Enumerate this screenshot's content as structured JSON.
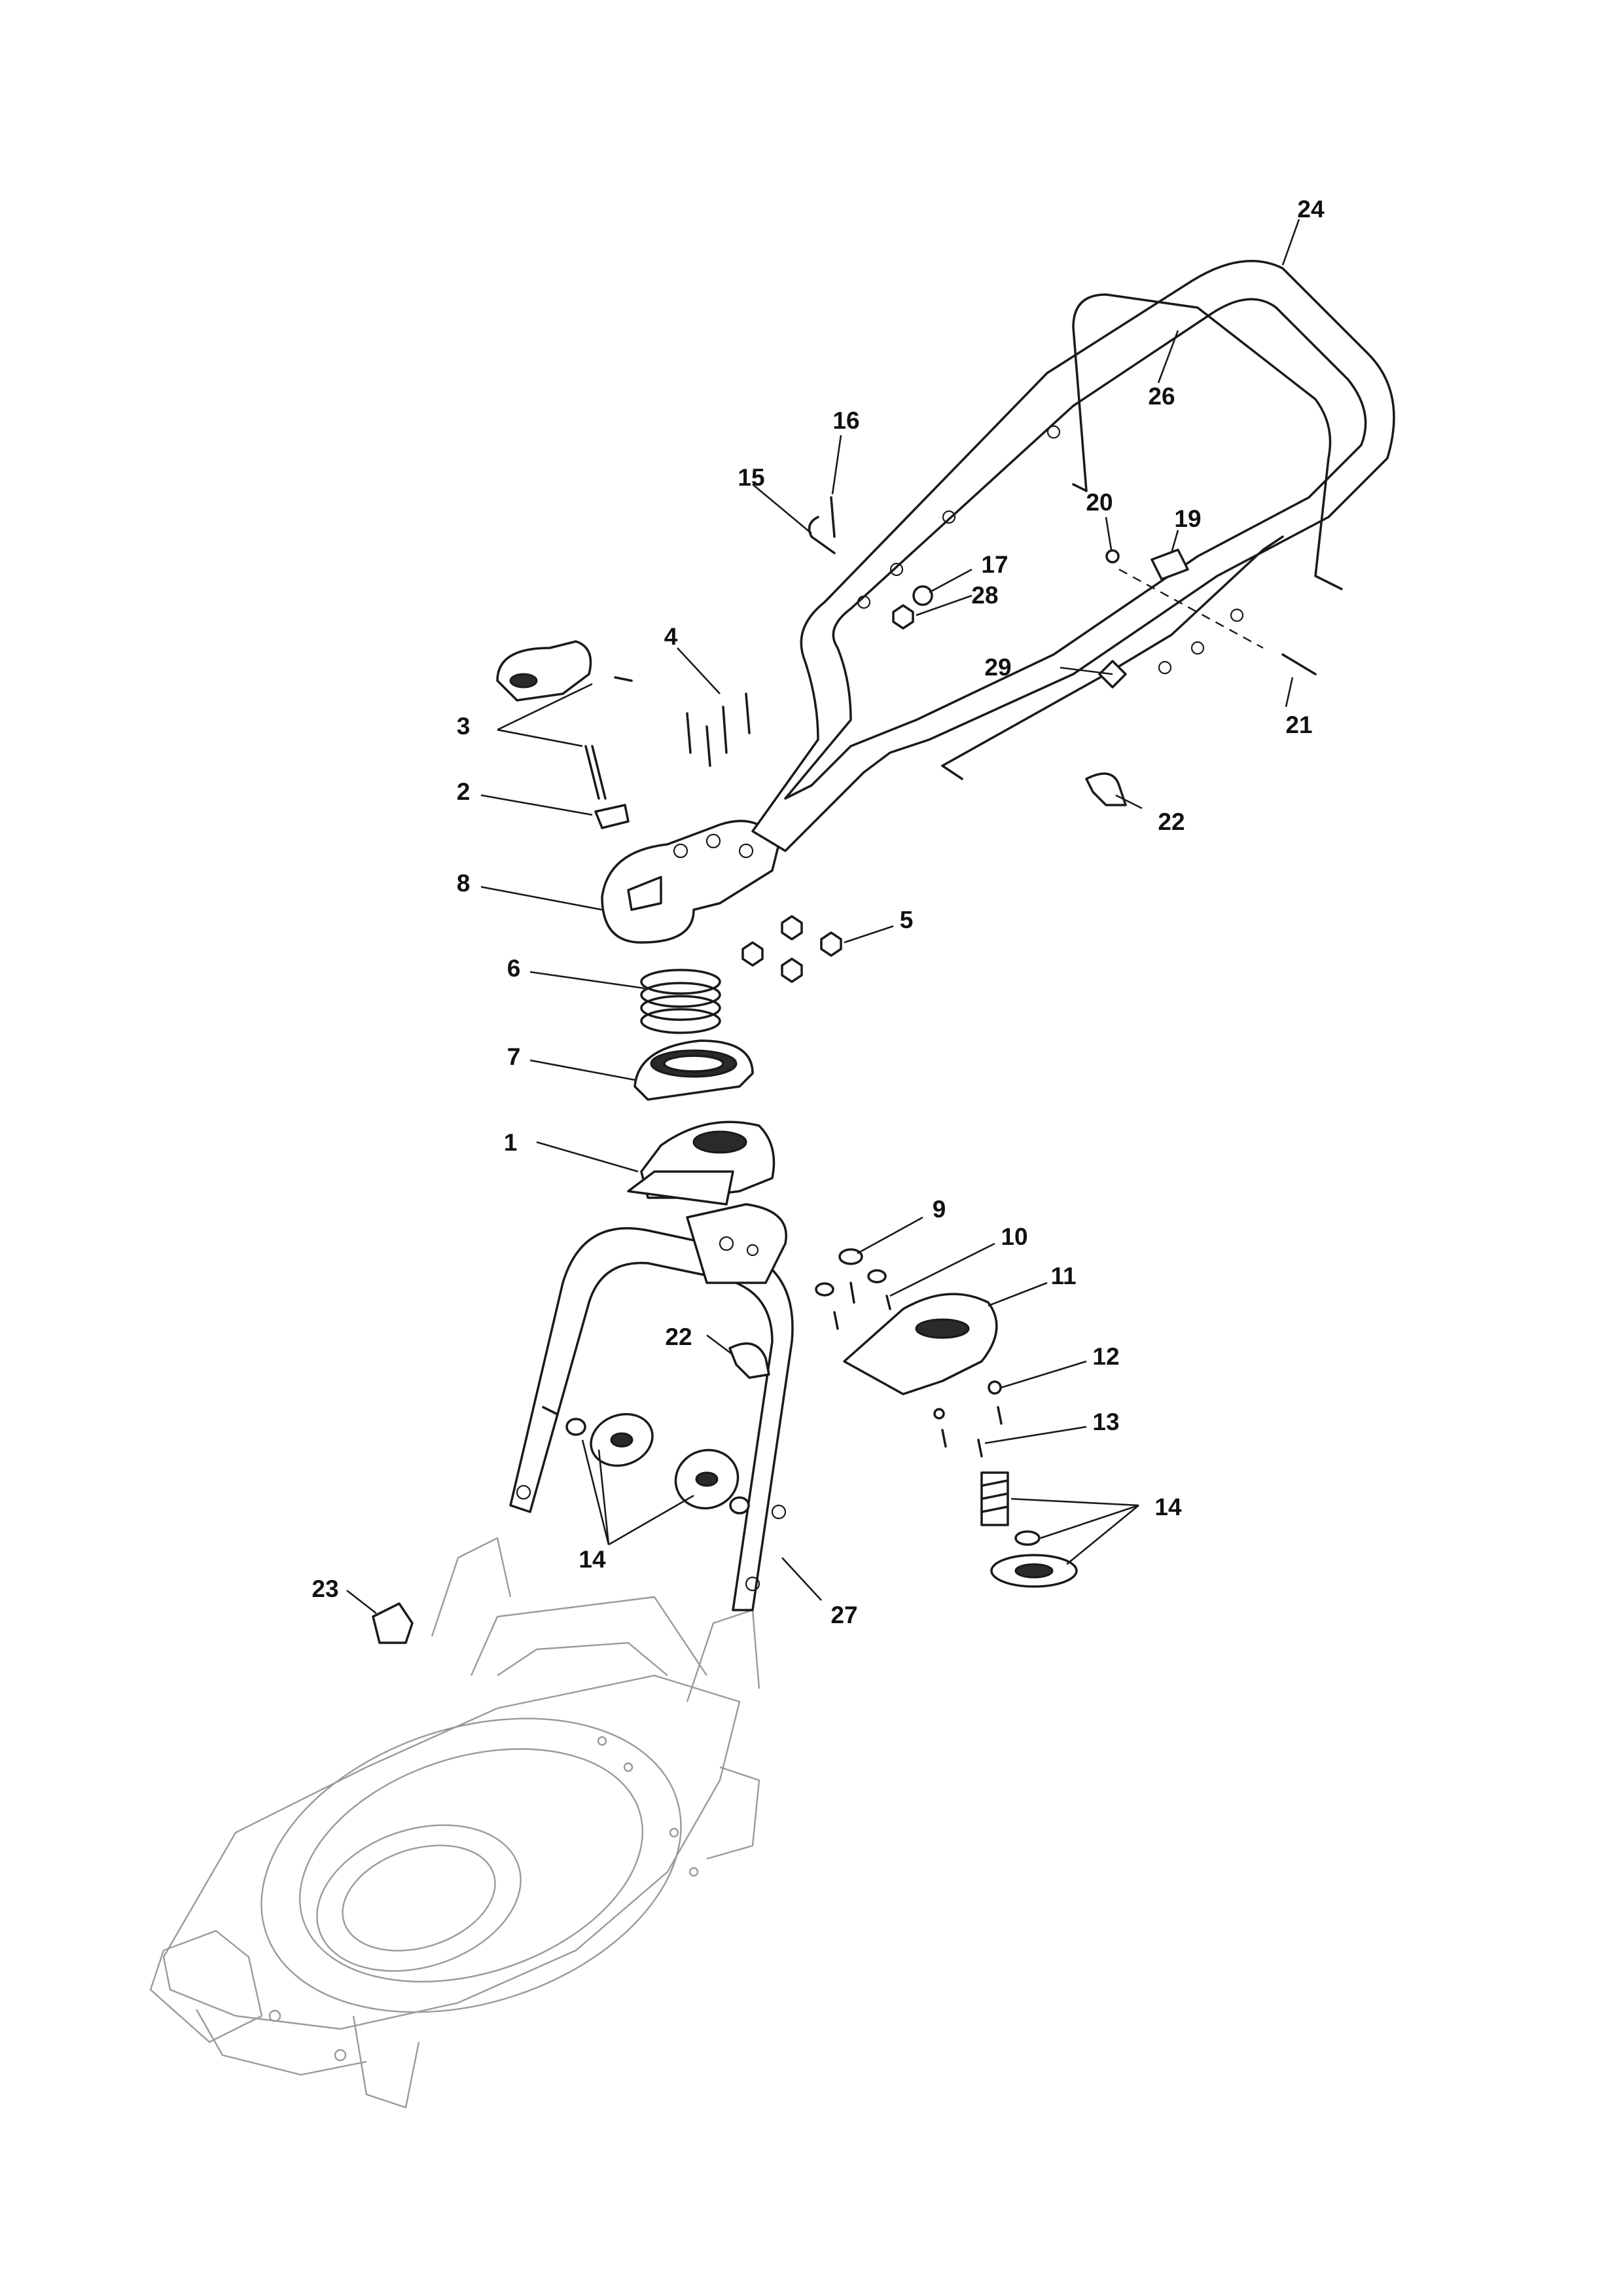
{
  "callouts": [
    {
      "id": "c1",
      "text": "1"
    },
    {
      "id": "c2",
      "text": "2"
    },
    {
      "id": "c3",
      "text": "3"
    },
    {
      "id": "c4",
      "text": "4"
    },
    {
      "id": "c5",
      "text": "5"
    },
    {
      "id": "c6",
      "text": "6"
    },
    {
      "id": "c7",
      "text": "7"
    },
    {
      "id": "c8",
      "text": "8"
    },
    {
      "id": "c9",
      "text": "9"
    },
    {
      "id": "c10",
      "text": "10"
    },
    {
      "id": "c11",
      "text": "11"
    },
    {
      "id": "c12",
      "text": "12"
    },
    {
      "id": "c13",
      "text": "13"
    },
    {
      "id": "c14a",
      "text": "14"
    },
    {
      "id": "c14b",
      "text": "14"
    },
    {
      "id": "c15",
      "text": "15"
    },
    {
      "id": "c16",
      "text": "16"
    },
    {
      "id": "c17",
      "text": "17"
    },
    {
      "id": "c19",
      "text": "19"
    },
    {
      "id": "c20",
      "text": "20"
    },
    {
      "id": "c21",
      "text": "21"
    },
    {
      "id": "c22a",
      "text": "22"
    },
    {
      "id": "c22b",
      "text": "22"
    },
    {
      "id": "c23",
      "text": "23"
    },
    {
      "id": "c24",
      "text": "24"
    },
    {
      "id": "c26",
      "text": "26"
    },
    {
      "id": "c27",
      "text": "27"
    },
    {
      "id": "c28",
      "text": "28"
    },
    {
      "id": "c29",
      "text": "29"
    }
  ]
}
